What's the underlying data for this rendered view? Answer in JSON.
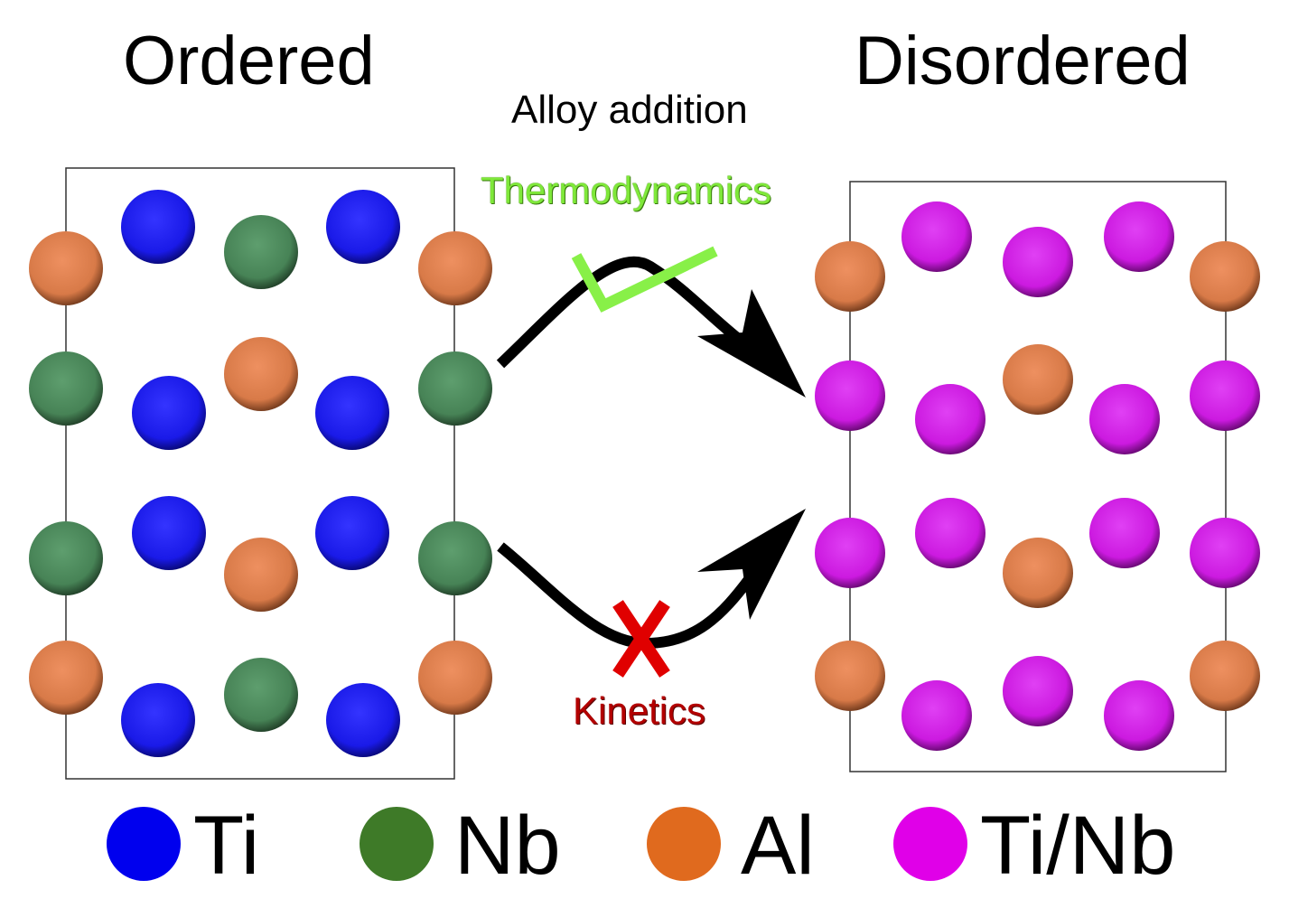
{
  "headings": {
    "left": "Ordered",
    "right": "Disordered"
  },
  "process": {
    "label": "Alloy addition",
    "upper_path_label": "Thermodynamics",
    "upper_path_mark": "check",
    "lower_path_label": "Kinetics",
    "lower_path_mark": "cross"
  },
  "colors": {
    "Ti": "#1f1fff",
    "Nb": "#4a8a5a",
    "Al": "#e07a40",
    "TiNb": "#d81ee8",
    "check": "#88f048",
    "cross": "#e00000",
    "arrow": "#000000"
  },
  "legend": [
    {
      "label": "Ti",
      "color": "#0000ee"
    },
    {
      "label": "Nb",
      "color": "#3e7a28"
    },
    {
      "label": "Al",
      "color": "#e06a1e"
    },
    {
      "label": "Ti/Nb",
      "color": "#e000e8"
    }
  ],
  "ordered_structure": {
    "atom_rows": [
      [
        "Al",
        "Ti",
        "Nb",
        "Ti",
        "Al"
      ],
      [
        "Nb",
        "Ti",
        "Al",
        "Ti",
        "Nb"
      ],
      [
        "Nb",
        "Ti",
        "Al",
        "Ti",
        "Nb"
      ],
      [
        "Al",
        "Ti",
        "Nb",
        "Ti",
        "Al"
      ]
    ]
  },
  "disordered_structure": {
    "atom_rows": [
      [
        "Al",
        "Ti/Nb",
        "Ti/Nb",
        "Ti/Nb",
        "Al"
      ],
      [
        "Ti/Nb",
        "Ti/Nb",
        "Al",
        "Ti/Nb",
        "Ti/Nb"
      ],
      [
        "Ti/Nb",
        "Ti/Nb",
        "Al",
        "Ti/Nb",
        "Ti/Nb"
      ],
      [
        "Al",
        "Ti/Nb",
        "Ti/Nb",
        "Ti/Nb",
        "Al"
      ]
    ]
  }
}
